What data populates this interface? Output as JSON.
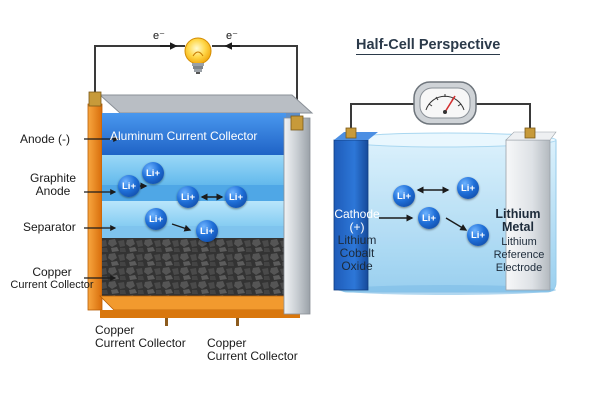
{
  "electron_left": "e⁻",
  "electron_right": "e⁻",
  "left_cell": {
    "aluminum_collector": "Aluminum Current Collector",
    "labels": {
      "anode": "Anode (-)",
      "graphite_anode_1": "Graphite",
      "graphite_anode_2": "Anode",
      "separator": "Separator",
      "copper_collector_side_1": "Copper",
      "copper_collector_side_2": "Current Collector",
      "copper_collector_bottom_left_1": "Copper",
      "copper_collector_bottom_left_2": "Current Collector",
      "copper_collector_bottom_right_1": "Copper",
      "copper_collector_bottom_right_2": "Current Collector"
    },
    "ion_label": "Li+"
  },
  "right_cell": {
    "title": "Half-Cell Perspective",
    "cathode_lines": [
      "Cathode",
      "(+)",
      "Lithium",
      "Cobalt",
      "Oxide"
    ],
    "lithium_metal_lines": [
      "Lithium",
      "Metal"
    ],
    "reference_lines": [
      "Lithium",
      "Reference",
      "Electrode"
    ],
    "ion_label": "Li+"
  },
  "colors": {
    "blue_layer": "#2f7fe0",
    "light_blue_layer": "#7cc7f0",
    "copper": "#f08a1c",
    "graphite": "#2e2e2e",
    "electrolyte": "#bfe4f8",
    "wire": "#3a3a3a"
  },
  "icons": [
    "light-bulb-icon",
    "voltmeter-icon"
  ]
}
